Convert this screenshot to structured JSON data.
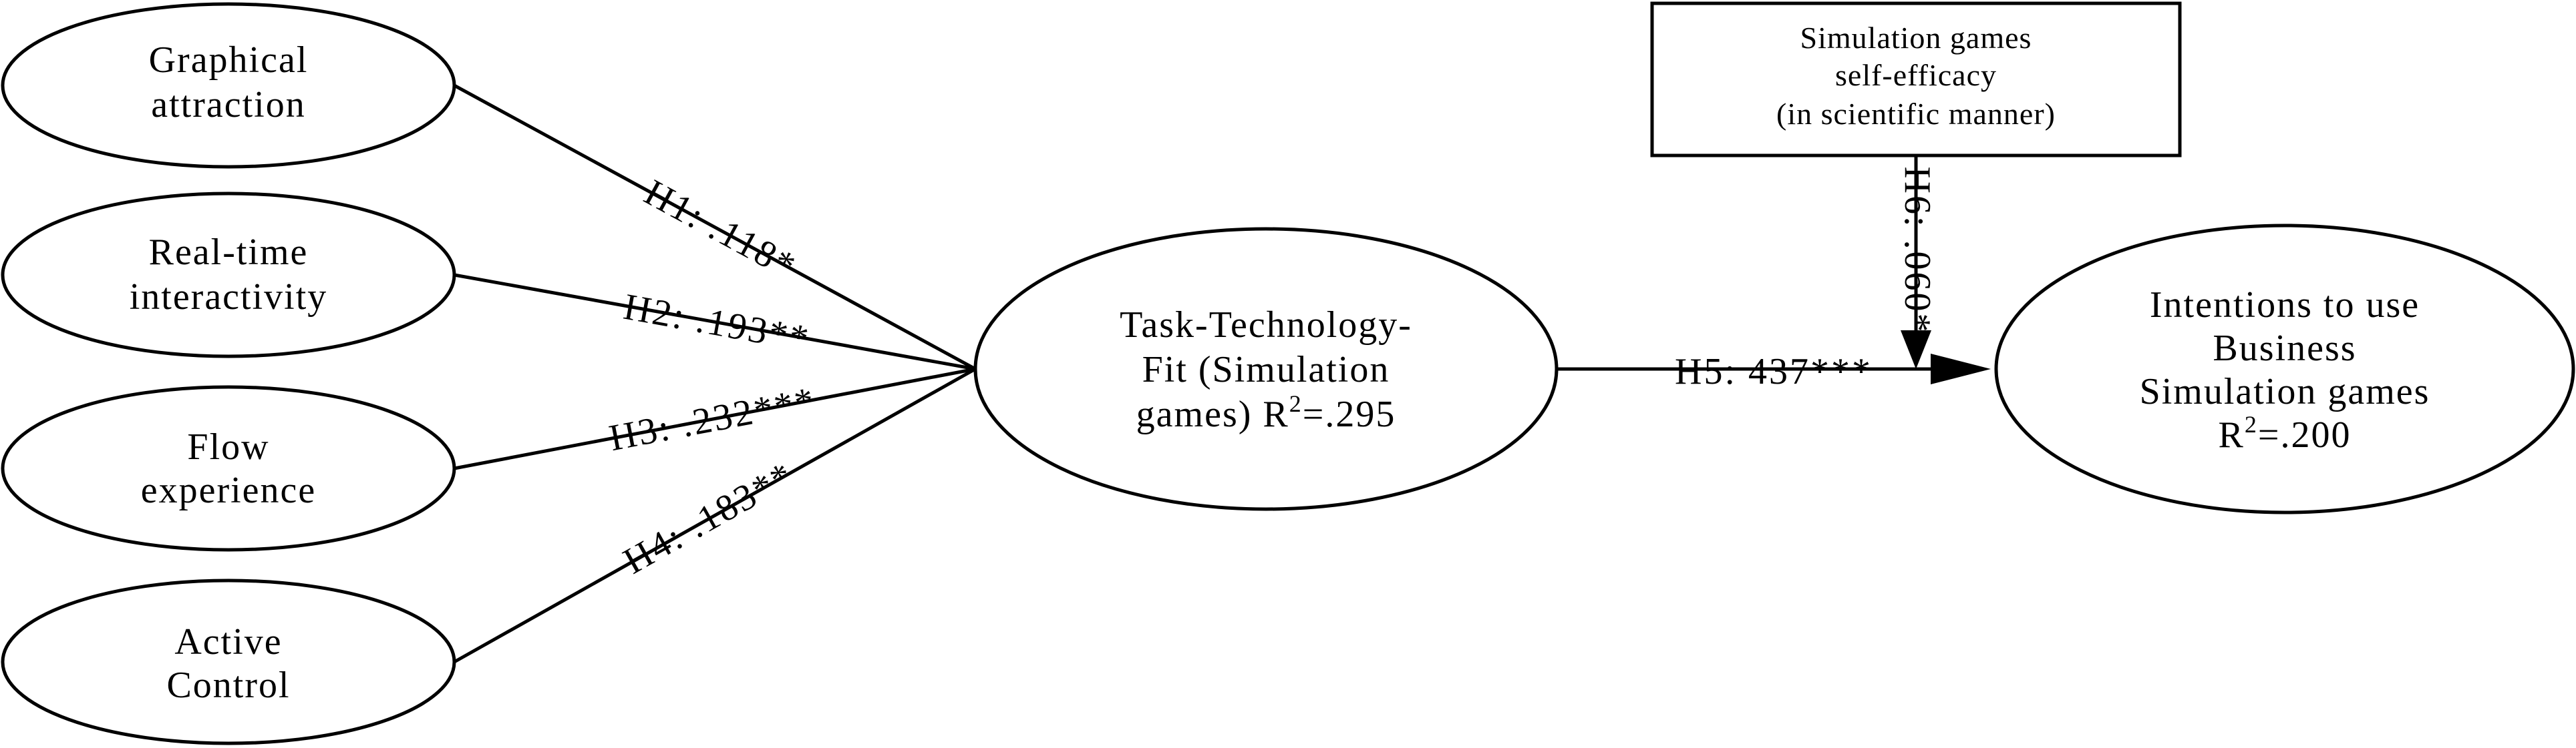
{
  "nodes": {
    "graphical": {
      "line1": "Graphical",
      "line2": "attraction"
    },
    "realtime": {
      "line1": "Real-time",
      "line2": "interactivity"
    },
    "flow": {
      "line1": "Flow",
      "line2": "experience"
    },
    "active": {
      "line1": "Active",
      "line2": "Control"
    },
    "ttf": {
      "line1": "Task-Technology-",
      "line2": "Fit (Simulation",
      "line3_prefix": "games) R",
      "line3_sup": "2",
      "line3_suffix": "=.295"
    },
    "intentions": {
      "line1": "Intentions to use",
      "line2": "Business",
      "line3": "Simulation games",
      "line4_prefix": "R",
      "line4_sup": "2",
      "line4_suffix": "=.200"
    },
    "selfefficacy": {
      "line1": "Simulation games",
      "line2": "self-efficacy",
      "line3": "(in scientific manner)"
    }
  },
  "edges": {
    "h1": "H1: .118*",
    "h2": "H2: .193**",
    "h3": "H3: .232***",
    "h4": "H4: .183**",
    "h5": "H5: 437***",
    "h6": "H6: .060*"
  }
}
